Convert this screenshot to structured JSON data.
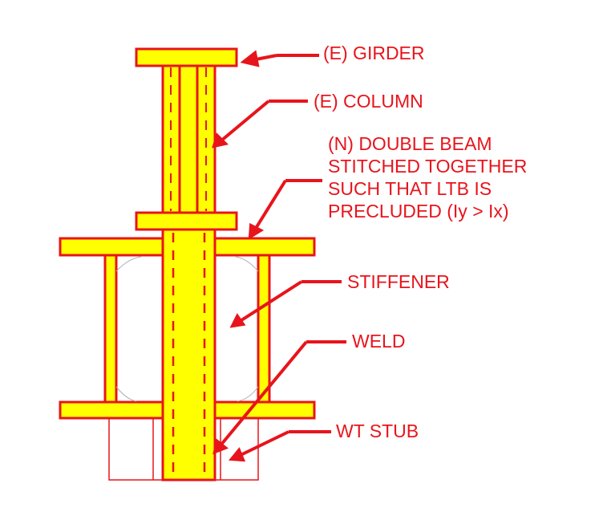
{
  "colors": {
    "steel_fill": "#ffff00",
    "steel_edge": "#e8141c",
    "text": "#e8141c",
    "background": "#ffffff"
  },
  "labels": {
    "girder": "(E) GIRDER",
    "column": "(E) COLUMN",
    "double_beam": [
      "(N) DOUBLE BEAM",
      "STITCHED TOGETHER",
      "SUCH THAT LTB IS",
      "PRECLUDED (Iy > Ix)"
    ],
    "stiffener": "STIFFENER",
    "weld": "WELD",
    "wt_stub": "WT STUB"
  }
}
